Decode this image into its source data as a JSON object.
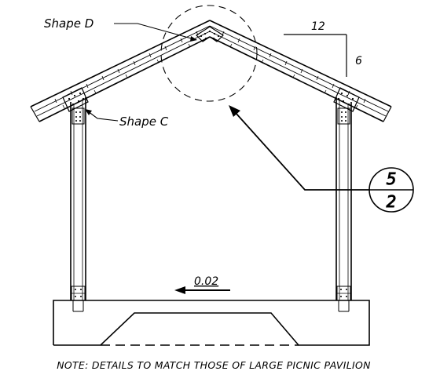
{
  "labels": {
    "shape_d": "Shape D",
    "shape_c": "Shape C",
    "slope_run": "12",
    "slope_rise": "6",
    "grade": "0.02",
    "callout_top": "5",
    "callout_bottom": "2"
  },
  "note": "NOTE: DETAILS TO MATCH THOSE OF LARGE PICNIC PAVILION",
  "colors": {
    "line": "#000000",
    "background": "#ffffff"
  }
}
